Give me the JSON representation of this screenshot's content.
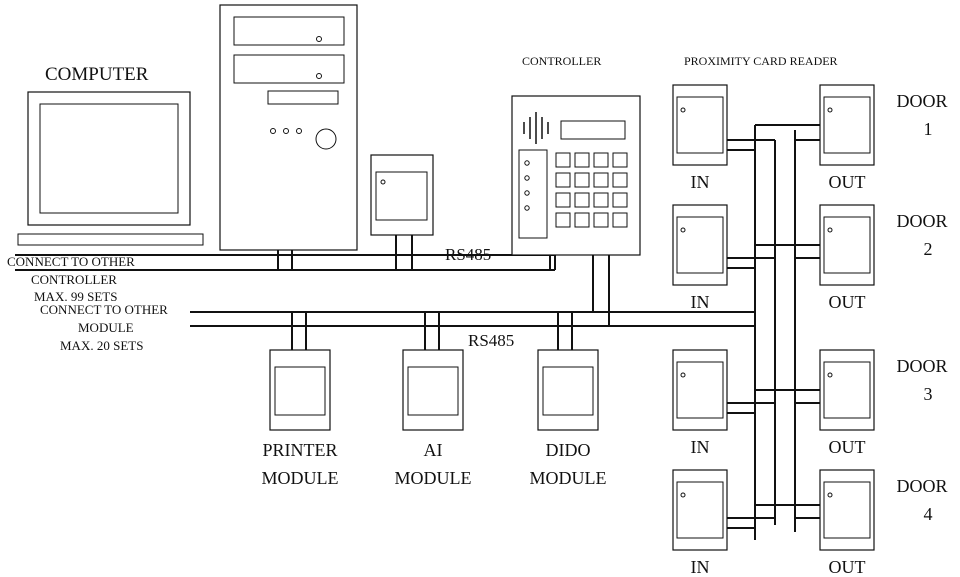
{
  "labels": {
    "computer": "COMPUTER",
    "controller": "CONTROLLER",
    "proximity_card_reader": "PROXIMITY CARD READER",
    "rs485_top": "RS485",
    "rs485_bottom": "RS485",
    "connect_controller": [
      "CONNECT TO OTHER",
      "CONTROLLER",
      "MAX. 99 SETS"
    ],
    "connect_module": [
      "CONNECT TO OTHER",
      "MODULE",
      "MAX. 20 SETS"
    ]
  },
  "modules": [
    {
      "line1": "PRINTER",
      "line2": "MODULE"
    },
    {
      "line1": "AI",
      "line2": "MODULE"
    },
    {
      "line1": "DIDO",
      "line2": "MODULE"
    }
  ],
  "doors": [
    {
      "word": "DOOR",
      "number": "1",
      "in": "IN",
      "out": "OUT"
    },
    {
      "word": "DOOR",
      "number": "2",
      "in": "IN",
      "out": "OUT"
    },
    {
      "word": "DOOR",
      "number": "3",
      "in": "IN",
      "out": "OUT"
    },
    {
      "word": "DOOR",
      "number": "4",
      "in": "IN",
      "out": "OUT"
    }
  ]
}
